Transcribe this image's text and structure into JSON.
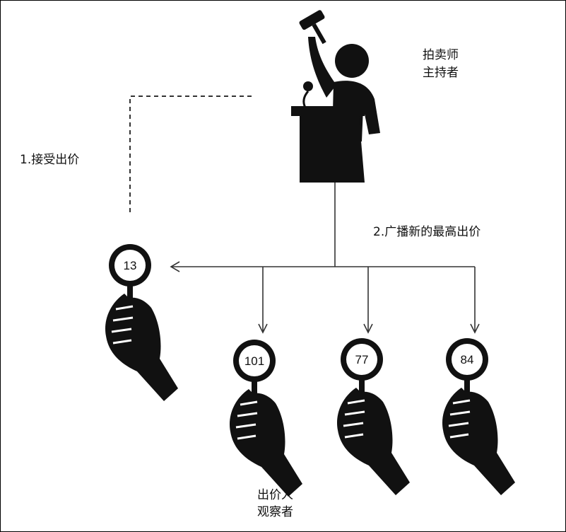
{
  "auctioneer": {
    "line1": "拍卖师",
    "line2": "主持者"
  },
  "steps": {
    "accept_bid": "1.接受出价",
    "broadcast_bid": "2.广播新的最高出价"
  },
  "bidders": {
    "line1": "出价人",
    "line2": "观察者",
    "paddles": [
      {
        "number": "13"
      },
      {
        "number": "101"
      },
      {
        "number": "77"
      },
      {
        "number": "84"
      }
    ]
  }
}
